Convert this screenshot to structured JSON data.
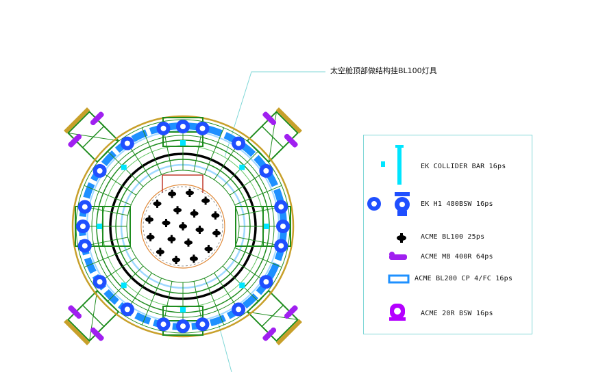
{
  "annotation": {
    "text": "太空舱顶部做结构挂BL100灯具"
  },
  "legend": {
    "items": [
      {
        "label": "EK COLLIDER BAR  16ps",
        "icon": "collider-bar-icon",
        "color": "#00e5ff"
      },
      {
        "label": "EK H1 480BSW  16ps",
        "icon": "moving-head-blue-icon",
        "color": "#1f4fff"
      },
      {
        "label": "ACME BL100 25ps",
        "icon": "bl100-fixture-icon",
        "color": "#000000"
      },
      {
        "label": "ACME MB 400R  64ps",
        "icon": "mb400r-fixture-icon",
        "color": "#a020f0"
      },
      {
        "label": "ACME BL200 CP 4/FC 16ps",
        "icon": "bl200-bar-icon",
        "color": "#1e90ff"
      },
      {
        "label": "ACME  20R BSW  16ps",
        "icon": "20r-bsw-icon",
        "color": "#b400ff"
      }
    ]
  },
  "colors": {
    "truss_green": "#1e8c1e",
    "ring_gold": "#c8a02a",
    "fixture_blue": "#1f4fff",
    "bar_blue": "#1e90ff",
    "cyan": "#00e5ff",
    "purple": "#a020f0",
    "leader_line": "#7fd7d7",
    "stage_black": "#000000",
    "red": "#c0392b",
    "orange": "#e08a3a"
  }
}
